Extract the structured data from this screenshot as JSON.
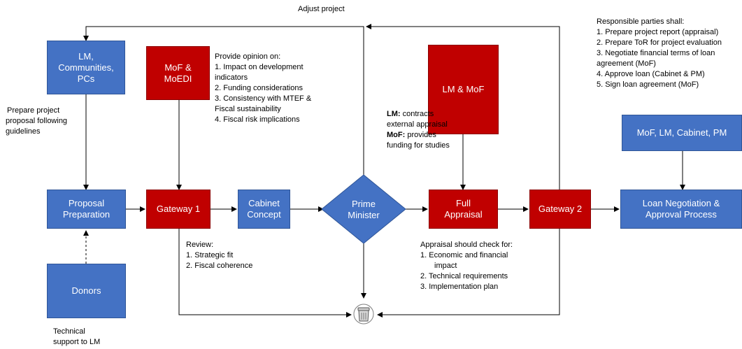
{
  "labels": {
    "adjust_project": "Adjust project",
    "lm_communities_pcs": [
      "LM,",
      "Communities,",
      "PCs"
    ],
    "mof_moedi": [
      "MoF &",
      "MoEDI"
    ],
    "lm_mof": "LM & MoF",
    "mof_lm_cabinet_pm": "MoF, LM, Cabinet,  PM",
    "proposal_preparation": [
      "Proposal",
      "Preparation"
    ],
    "gateway1": "Gateway 1",
    "cabinet_concept": [
      "Cabinet",
      "Concept"
    ],
    "prime_minister": [
      "Prime",
      "Minister"
    ],
    "full_appraisal": [
      "Full",
      "Appraisal"
    ],
    "gateway2": "Gateway 2",
    "loan_negotiation": [
      "Loan Negotiation &",
      "Approval Process"
    ],
    "donors": "Donors"
  },
  "notes": {
    "prepare_proposal": [
      "Prepare project",
      "proposal following",
      "guidelines"
    ],
    "provide_opinion": [
      "Provide opinion on:",
      "1. Impact on development",
      "indicators",
      "2. Funding considerations",
      "3. Consistency with MTEF &",
      "Fiscal sustainability",
      "4. Fiscal risk implications"
    ],
    "lm_mof_roles": {
      "lm_label": "LM:",
      "lm_text_1": " contracts",
      "lm_text_2": "external appraisal",
      "mof_label": "MoF:",
      "mof_text_1": " provides",
      "mof_text_2": "funding for studies"
    },
    "responsible": [
      "Responsible parties shall:",
      "1. Prepare project report (appraisal)",
      "2. Prepare ToR for project evaluation",
      "3. Negotiate financial terms of loan",
      "agreement (MoF)",
      "4. Approve loan (Cabinet & PM)",
      "5. Sign loan agreement (MoF)"
    ],
    "review": [
      "Review:",
      "1.   Strategic fit",
      "2.  Fiscal coherence"
    ],
    "appraisal_check": [
      "Appraisal should check for:",
      "1.    Economic and financial",
      "impact",
      "2. Technical requirements",
      "3.  Implementation plan"
    ],
    "technical_support": [
      "Technical",
      "support to LM"
    ]
  },
  "colors": {
    "blue": "#4472c4",
    "red": "#c00000",
    "line": "#000000",
    "bin": "#7f7f7f"
  },
  "icons": [
    "trash-bin-icon"
  ]
}
